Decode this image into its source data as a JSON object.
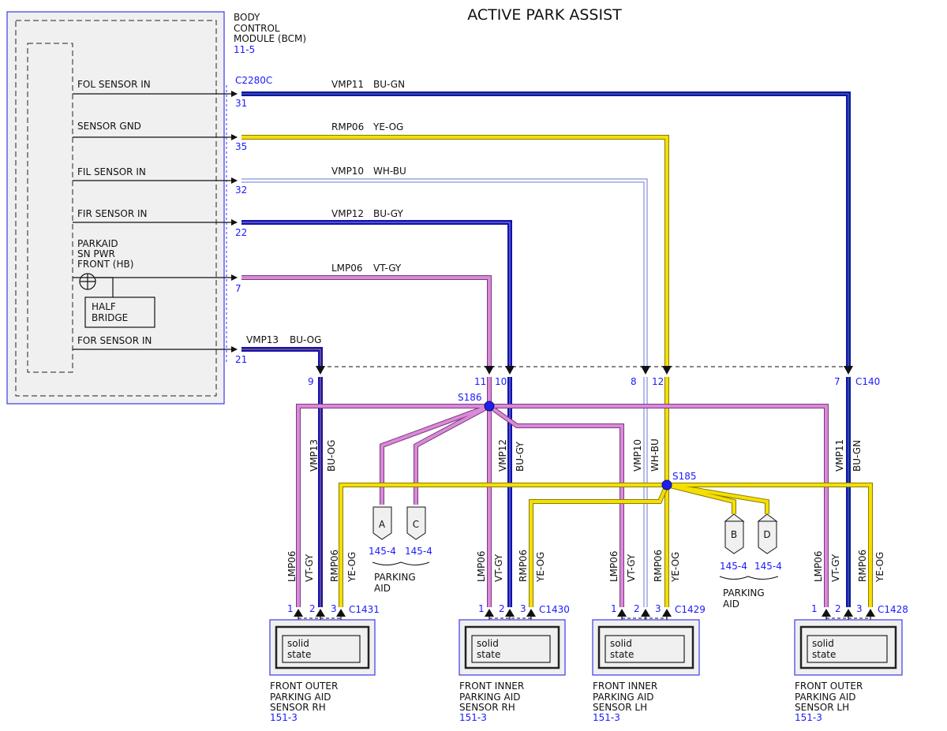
{
  "title": "ACTIVE PARK ASSIST",
  "bcm": {
    "name_lines": [
      "BODY",
      "CONTROL",
      "MODULE (BCM)"
    ],
    "ref": "11-5",
    "connector": "C2280C",
    "half_bridge_lines": [
      "HALF",
      "BRIDGE"
    ]
  },
  "bcm_pins": [
    {
      "label_lines": [
        "FOL SENSOR IN"
      ],
      "pin": "31",
      "circuit": "VMP11",
      "color_code": "BU-GN"
    },
    {
      "label_lines": [
        "SENSOR GND"
      ],
      "pin": "35",
      "circuit": "RMP06",
      "color_code": "YE-OG"
    },
    {
      "label_lines": [
        "FIL SENSOR IN"
      ],
      "pin": "32",
      "circuit": "VMP10",
      "color_code": "WH-BU"
    },
    {
      "label_lines": [
        "FIR SENSOR IN"
      ],
      "pin": "22",
      "circuit": "VMP12",
      "color_code": "BU-GY"
    },
    {
      "label_lines": [
        "PARKAID",
        "SN PWR",
        "FRONT (HB)"
      ],
      "pin": "7",
      "circuit": "LMP06",
      "color_code": "VT-GY"
    },
    {
      "label_lines": [
        "FOR SENSOR IN"
      ],
      "pin": "21",
      "circuit": "VMP13",
      "color_code": "BU-OG"
    }
  ],
  "c140": {
    "name": "C140",
    "pins": [
      "9",
      "11",
      "10",
      "8",
      "12",
      "7"
    ]
  },
  "splices": [
    "S186",
    "S185"
  ],
  "vertical_labels": [
    {
      "circuit": "VMP13",
      "color_code": "BU-OG"
    },
    {
      "circuit": "VMP12",
      "color_code": "BU-GY"
    },
    {
      "circuit": "VMP10",
      "color_code": "WH-BU"
    },
    {
      "circuit": "VMP11",
      "color_code": "BU-GN"
    }
  ],
  "parking_aid_groups": [
    {
      "letters": [
        "A",
        "C"
      ],
      "refs": [
        "145-4",
        "145-4"
      ],
      "label_lines": [
        "PARKING",
        "AID"
      ]
    },
    {
      "letters": [
        "B",
        "D"
      ],
      "refs": [
        "145-4",
        "145-4"
      ],
      "label_lines": [
        "PARKING",
        "AID"
      ]
    }
  ],
  "sensors": [
    {
      "connector": "C1431",
      "pins": [
        "1",
        "2",
        "3"
      ],
      "wires": [
        "LMP06",
        "VT-GY",
        "RMP06",
        "YE-OG"
      ],
      "inner_lines": [
        "solid",
        "state"
      ],
      "name_lines": [
        "FRONT OUTER",
        "PARKING AID",
        "SENSOR RH"
      ],
      "ref": "151-3"
    },
    {
      "connector": "C1430",
      "pins": [
        "1",
        "2",
        "3"
      ],
      "wires": [
        "LMP06",
        "VT-GY",
        "RMP06",
        "YE-OG"
      ],
      "inner_lines": [
        "solid",
        "state"
      ],
      "name_lines": [
        "FRONT INNER",
        "PARKING AID",
        "SENSOR RH"
      ],
      "ref": "151-3"
    },
    {
      "connector": "C1429",
      "pins": [
        "1",
        "2",
        "3"
      ],
      "wires": [
        "LMP06",
        "VT-GY",
        "RMP06",
        "YE-OG"
      ],
      "inner_lines": [
        "solid",
        "state"
      ],
      "name_lines": [
        "FRONT INNER",
        "PARKING AID",
        "SENSOR LH"
      ],
      "ref": "151-3"
    },
    {
      "connector": "C1428",
      "pins": [
        "1",
        "2",
        "3"
      ],
      "wires": [
        "LMP06",
        "VT-GY",
        "RMP06",
        "YE-OG"
      ],
      "inner_lines": [
        "solid",
        "state"
      ],
      "name_lines": [
        "FRONT OUTER",
        "PARKING AID",
        "SENSOR LH"
      ],
      "ref": "151-3"
    }
  ],
  "colors": {
    "blue_wire": "#1010b8",
    "yellow_wire": "#f4e000",
    "violet_wire": "#d98ad9",
    "white_blue_wire": "#b8c4ee",
    "ref_text": "#1a1aff",
    "module_fill": "#f0f0f0"
  }
}
